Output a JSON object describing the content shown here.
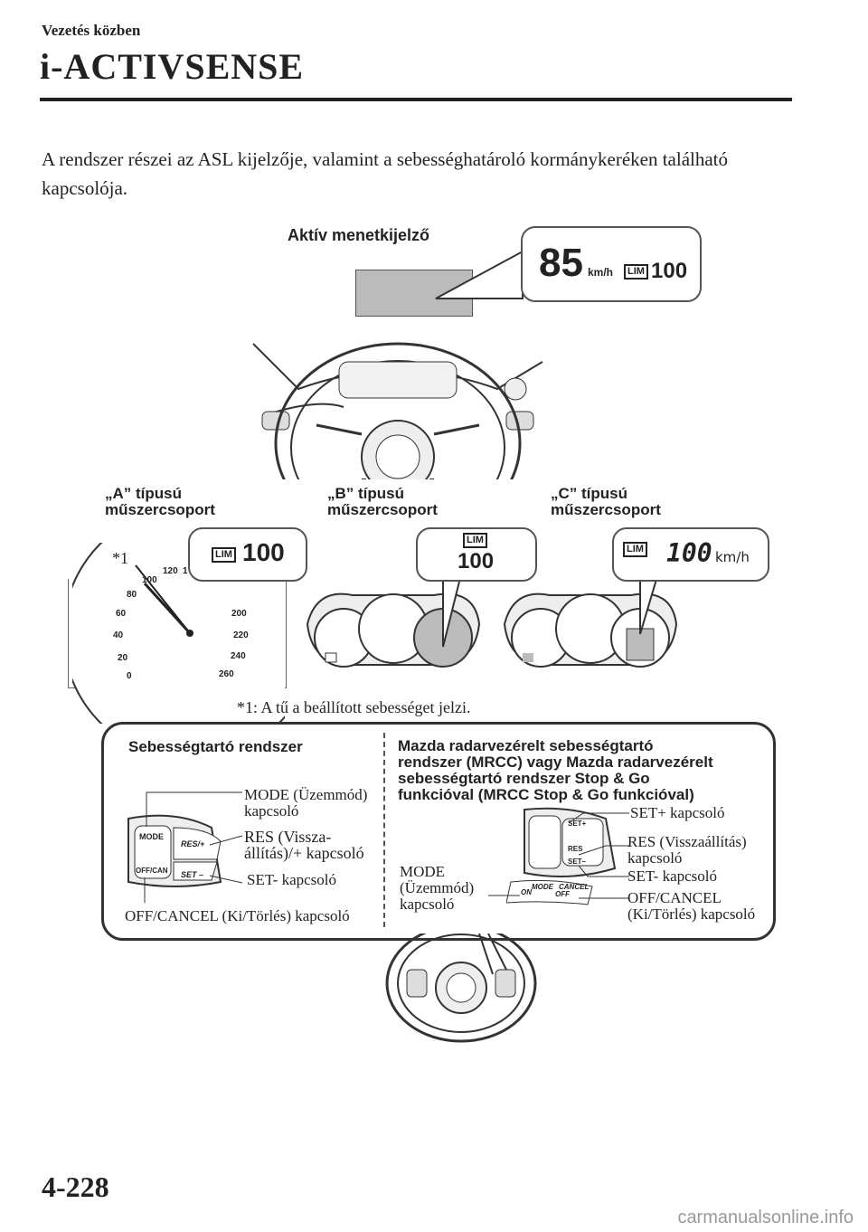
{
  "header": {
    "section": "Vezetés közben",
    "title": "i-ACTIVSENSE"
  },
  "intro": "A rendszer részei az ASL kijelzője, valamint a sebességhatároló kormánykeréken található kapcsolója.",
  "active_display": {
    "label": "Aktív menetkijelző",
    "speed": "85",
    "unit": "km/h",
    "lim": "LIM",
    "limit": "100"
  },
  "clusters": {
    "a_label_1": "„A” típusú",
    "a_label_2": "műszercsoport",
    "b_label_1": "„B” típusú",
    "b_label_2": "műszercsoport",
    "c_label_1": "„C” típusú",
    "c_label_2": "műszercsoport",
    "a_lim": "LIM",
    "a_limit": "100",
    "b_lim": "LIM",
    "b_limit": "100",
    "c_lim": "LIM",
    "c_limit": "100",
    "c_unit": "km/h",
    "asterisk": "*1",
    "gauge_ticks": [
      "0",
      "20",
      "40",
      "60",
      "80",
      "100",
      "120",
      "1",
      "200",
      "220",
      "240",
      "260"
    ],
    "footnote": "*1: A tű a beállított sebességet jelzi."
  },
  "switches": {
    "left_title": "Sebességtartó rendszer",
    "right_title_1": "Mazda radarvezérelt sebességtartó",
    "right_title_2": "rendszer (MRCC) vagy Mazda radarvezérelt",
    "right_title_3": "sebességtartó rendszer Stop & Go",
    "right_title_4": "funkcióval (MRCC Stop & Go funkcióval)",
    "l_mode_1": "MODE (Üzemmód)",
    "l_mode_2": "kapcsoló",
    "l_res_1": "RES (Vissza-",
    "l_res_2": "állítás)/+ kapcsoló",
    "l_set": "SET- kapcsoló",
    "l_off": "OFF/CANCEL (Ki/Törlés) kapcsoló",
    "r_setplus": "SET+ kapcsoló",
    "r_res_1": "RES (Visszaállítás)",
    "r_res_2": "kapcsoló",
    "r_set": "SET- kapcsoló",
    "r_off_1": "OFF/CANCEL",
    "r_off_2": "(Ki/Törlés) kapcsoló",
    "r_mode_1": "MODE",
    "r_mode_2": "(Üzemmód)",
    "r_mode_3": "kapcsoló",
    "btn_mode": "MODE",
    "btn_res": "RES/+",
    "btn_offcan": "OFF/CAN",
    "btn_set": "SET –",
    "btn_setplus": "SET+",
    "btn_res2": "RES",
    "btn_setminus": "SET–",
    "btn_on": "ON",
    "btn_mode2": "MODE",
    "btn_cancel": "CANCEL",
    "btn_off": "OFF"
  },
  "page_number": "4-228",
  "watermark": "carmanualsonline.info"
}
